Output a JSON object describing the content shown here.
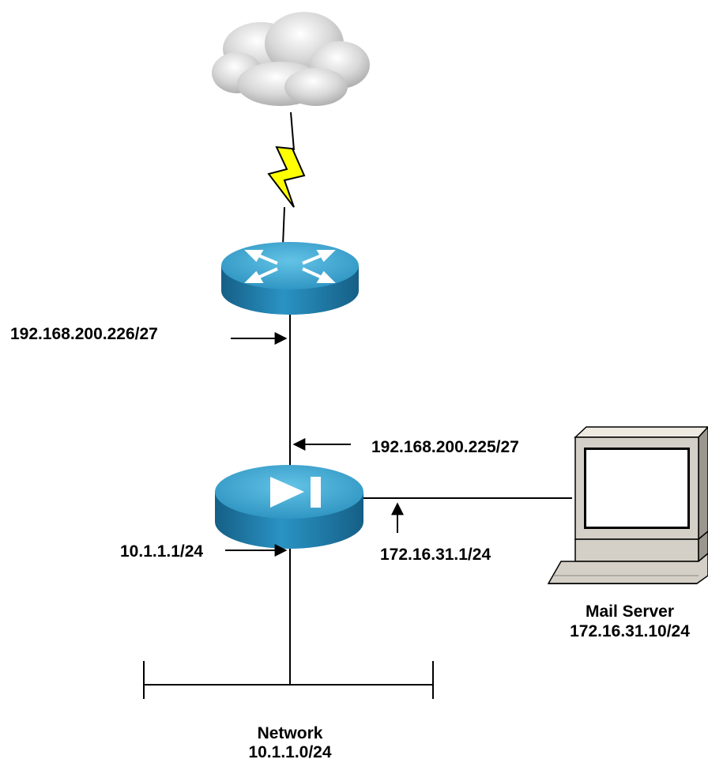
{
  "diagram": {
    "wan_router_interface": "192.168.200.226/27",
    "pix_outside_interface": "192.168.200.225/27",
    "pix_inside_interface": "10.1.1.1/24",
    "pix_dmz_interface": "172.16.31.1/24",
    "mail_server": {
      "name": "Mail Server",
      "address": "172.16.31.10/24"
    },
    "network": {
      "name": "Network",
      "address": "10.1.1.0/24"
    }
  },
  "colors": {
    "cloud": "#c8c8c8",
    "lightning": "#ffff00",
    "device_top": "#3aa6cc",
    "device_side": "#1f7ea8",
    "computer_body": "#d4d0c8",
    "screen": "#ffffff"
  }
}
